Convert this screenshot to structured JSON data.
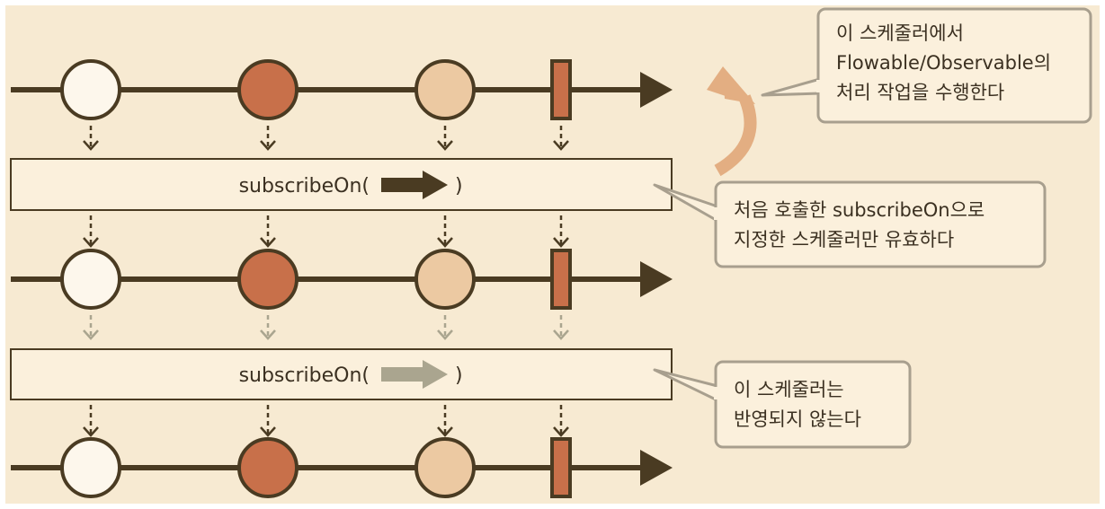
{
  "colors": {
    "background": "#f7ead2",
    "line": "#4a3b22",
    "item_white": "#fdf7ec",
    "item_dark": "#c8704a",
    "item_light": "#ecc9a2",
    "complete_marker": "#c8704a",
    "box_fill": "#fbf0dc",
    "callout_border": "#a89f8e",
    "active_arrow": "#4a3b22",
    "ignored_arrow": "#aaa58f",
    "curved_arrow": "#e3ae82"
  },
  "timelines": [
    {
      "items": [
        "white",
        "dark",
        "light"
      ],
      "completed": true
    },
    {
      "items": [
        "white",
        "dark",
        "light"
      ],
      "completed": true
    },
    {
      "items": [
        "white",
        "dark",
        "light"
      ],
      "completed": true
    }
  ],
  "operators": [
    {
      "label_prefix": "subscribeOn(",
      "label_suffix": ")",
      "arrow_state": "active"
    },
    {
      "label_prefix": "subscribeOn(",
      "label_suffix": ")",
      "arrow_state": "ignored"
    }
  ],
  "callouts": {
    "top": {
      "lines": [
        "이 스케줄러에서",
        "Flowable/Observable의",
        "처리 작업을 수행한다"
      ]
    },
    "middle": {
      "lines": [
        "처음 호출한 subscribeOn으로",
        "지정한 스케줄러만 유효하다"
      ]
    },
    "bottom": {
      "lines": [
        "이 스케줄러는",
        "반영되지 않는다"
      ]
    }
  }
}
